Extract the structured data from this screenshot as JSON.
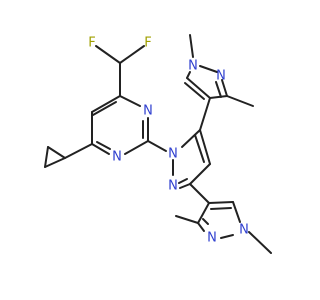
{
  "molecule": {
    "atoms": {
      "f_left": "F",
      "f_right": "F",
      "pyrimidine_n_upper": "N",
      "pyrimidine_n_lower": "N",
      "pyrazole_central_n1": "N",
      "pyrazole_central_n2": "N",
      "pyrazole_upper_n1": "N",
      "pyrazole_upper_n2": "N",
      "pyrazole_lower_n1": "N",
      "pyrazole_lower_n2": "N"
    },
    "colors": {
      "bond": "#222222",
      "nitrogen": "#2f3fcf",
      "fluorine": "#a0a000",
      "background": "#ffffff"
    }
  }
}
